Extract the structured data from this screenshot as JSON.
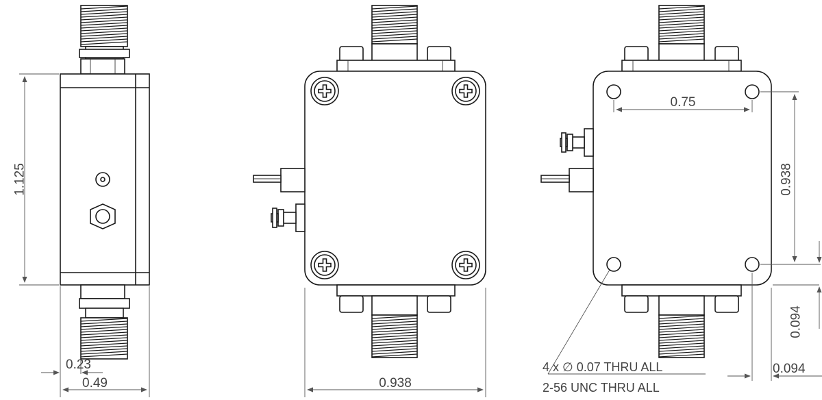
{
  "dimensions": {
    "side_height": "1.125",
    "side_connector_width": "0.23",
    "side_width": "0.49",
    "front_width": "0.938",
    "hole_spacing_x": "0.75",
    "hole_spacing_y": "0.938",
    "hole_offset_y": "0.094",
    "hole_offset_x": "0.094"
  },
  "notes": {
    "hole_spec": "4 x ∅ 0.07 THRU ALL",
    "thread_spec": "2-56 UNC THRU ALL"
  },
  "colors": {
    "outline": "#1a1a1a",
    "dimension": "#555555",
    "text": "#444444"
  }
}
